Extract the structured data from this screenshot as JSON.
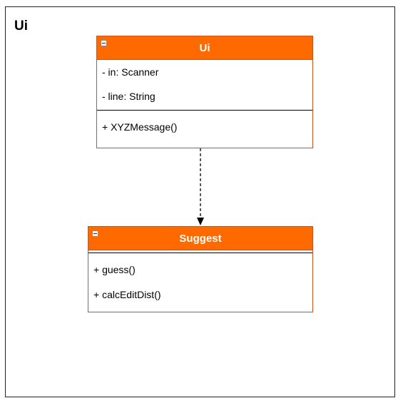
{
  "frame": {
    "title": "Ui"
  },
  "classes": {
    "ui": {
      "name": "Ui",
      "attributes": [
        "- in: Scanner",
        "- line: String"
      ],
      "methods": [
        "+ XYZMessage()"
      ]
    },
    "suggest": {
      "name": "Suggest",
      "attributes": [],
      "methods": [
        "+ guess()",
        "+ calcEditDist()"
      ]
    }
  },
  "relations": [
    {
      "from": "Ui",
      "to": "Suggest",
      "style": "dashed-arrow"
    }
  ],
  "colors": {
    "header": "#ff6a00",
    "border": "#c8541a",
    "header_text": "#ffffff"
  }
}
